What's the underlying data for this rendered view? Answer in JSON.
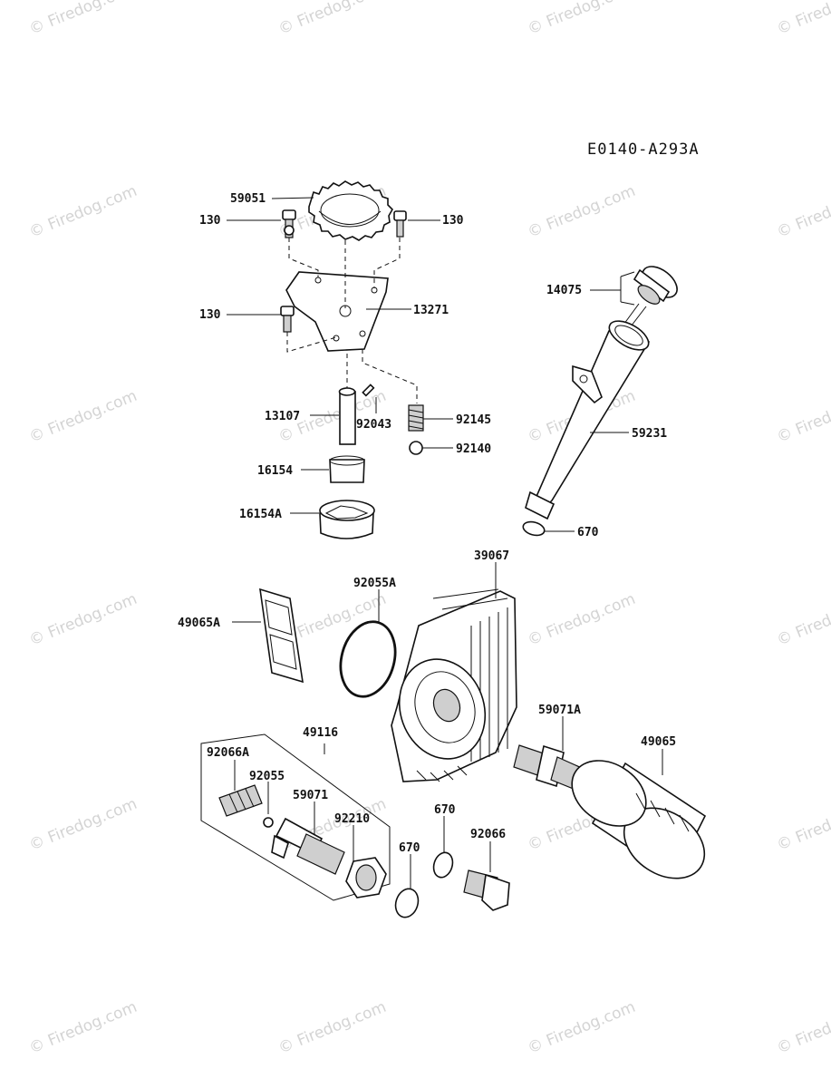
{
  "diagram": {
    "code": "E0140-A293A",
    "watermark": "© Firedog.com",
    "labels": {
      "p59051": "59051",
      "p130_a": "130",
      "p130_b": "130",
      "p130_c": "130",
      "p13271": "13271",
      "p14075": "14075",
      "p13107": "13107",
      "p92043": "92043",
      "p92145": "92145",
      "p92140": "92140",
      "p59231": "59231",
      "p16154": "16154",
      "p16154A": "16154A",
      "p670_a": "670",
      "p39067": "39067",
      "p92055A": "92055A",
      "p49065A": "49065A",
      "p59071A": "59071A",
      "p49116": "49116",
      "p49065": "49065",
      "p92066A": "92066A",
      "p92055": "92055",
      "p59071": "59071",
      "p92210": "92210",
      "p670_b": "670",
      "p670_c": "670",
      "p92066": "92066"
    }
  }
}
